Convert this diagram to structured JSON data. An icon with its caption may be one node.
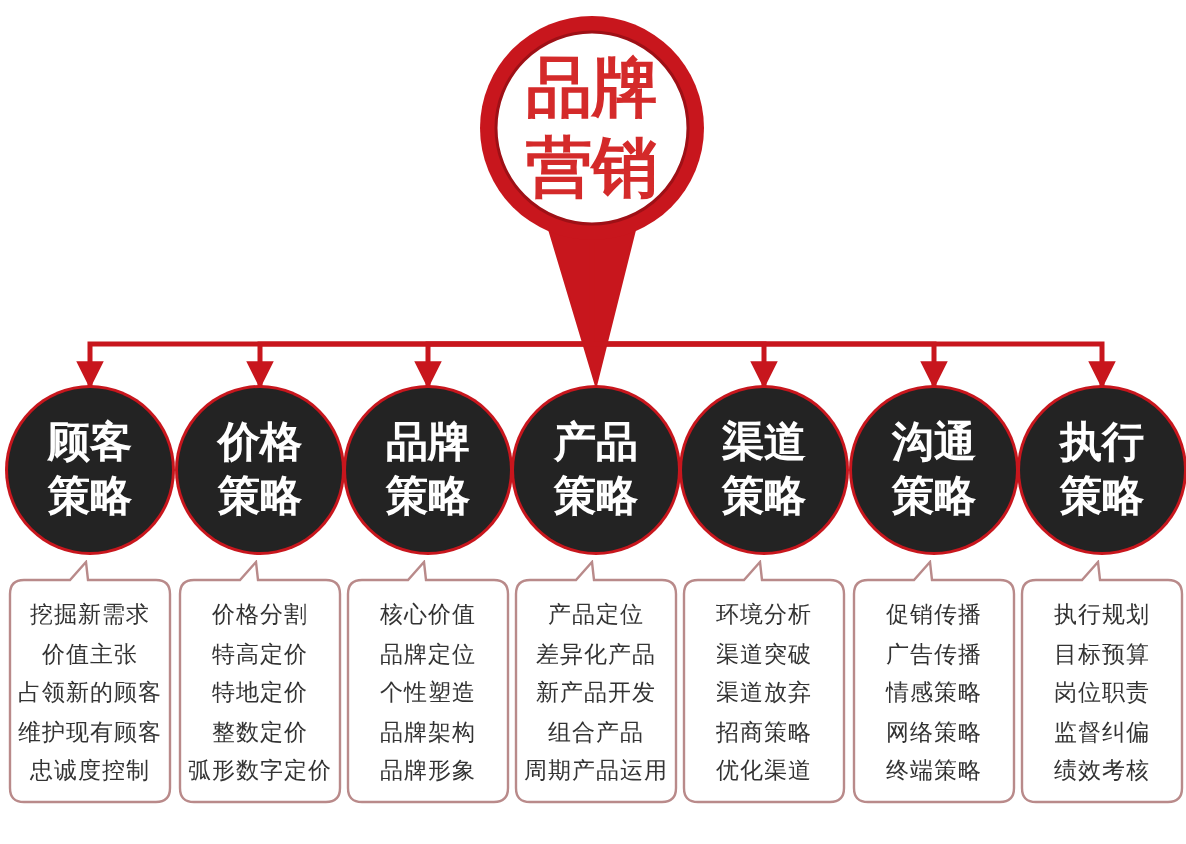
{
  "diagram": {
    "nodes": [
      {
        "text": [
          "品牌营销"
        ]
      },
      {
        "text": [
          "顾客策略"
        ]
      },
      {
        "text": [
          "价格策略"
        ]
      },
      {
        "text": [
          "品牌策略"
        ]
      },
      {
        "text": [
          "产品策略"
        ]
      },
      {
        "text": [
          "渠道策略"
        ]
      },
      {
        "text": [
          "沟通策略"
        ]
      },
      {
        "text": [
          "执行策略"
        ]
      },
      {
        "text": [
          "挖掘新需求",
          "价值主张",
          "占领新的顾客",
          "维护现有顾客",
          "忠诚度控制"
        ]
      },
      {
        "text": [
          "价格分割",
          "特高定价",
          "特地定价",
          "整数定价",
          "弧形数字定价"
        ]
      },
      {
        "text": [
          "核心价值",
          "品牌定位",
          "个性塑造",
          "品牌架构",
          "品牌形象"
        ]
      },
      {
        "text": [
          "产品定位",
          "差异化产品",
          "新产品开发",
          "组合产品",
          "周期产品运用"
        ]
      },
      {
        "text": [
          "环境分析",
          "渠道突破",
          "渠道放弃",
          "招商策略",
          "优化渠道"
        ]
      },
      {
        "text": [
          "促销传播",
          "广告传播",
          "情感策略",
          "网络策略",
          "终端策略"
        ]
      },
      {
        "text": [
          "执行规划",
          "目标预算",
          "岗位职责",
          "监督纠偏",
          "绩效考核"
        ]
      }
    ],
    "edges": [
      {
        "from": 0,
        "to": 1,
        "arrow": "to"
      },
      {
        "from": 0,
        "to": 2,
        "arrow": "to"
      },
      {
        "from": 0,
        "to": 3,
        "arrow": "to"
      },
      {
        "from": 0,
        "to": 4,
        "arrow": "to"
      },
      {
        "from": 0,
        "to": 5,
        "arrow": "to"
      },
      {
        "from": 0,
        "to": 6,
        "arrow": "to"
      },
      {
        "from": 0,
        "to": 7,
        "arrow": "to"
      }
    ]
  }
}
